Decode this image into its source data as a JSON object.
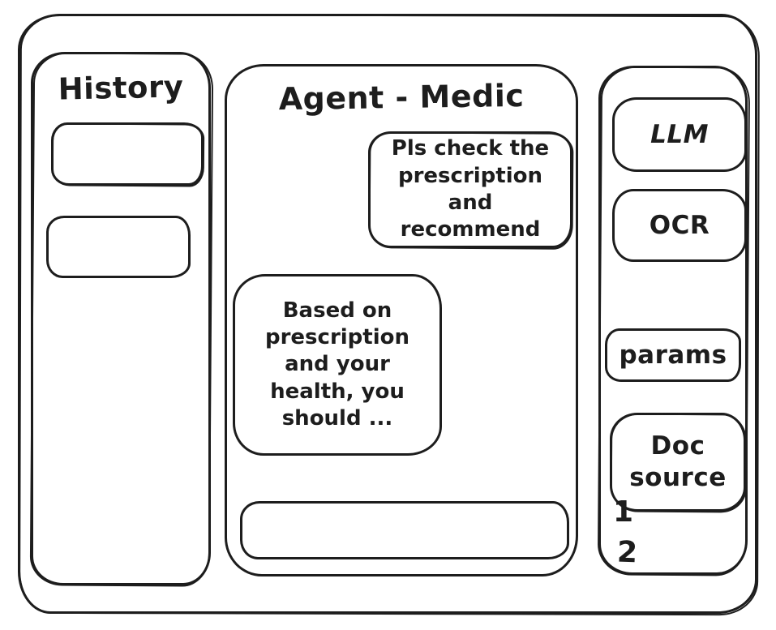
{
  "history_panel": {
    "title": "History"
  },
  "chat_panel": {
    "title": "Agent - Medic",
    "messages": [
      {
        "role": "user",
        "text": "Pls check the prescription and recommend"
      },
      {
        "role": "assistant",
        "text": "Based on prescription and your health, you should ..."
      }
    ],
    "input": {
      "value": ""
    }
  },
  "tools_panel": {
    "buttons": [
      {
        "label": "LLM"
      },
      {
        "label": "OCR"
      },
      {
        "label": "params"
      },
      {
        "label": "Doc source"
      }
    ],
    "doc_source_items": [
      {
        "label": "1"
      },
      {
        "label": "2"
      }
    ]
  },
  "colors": {
    "ink": "#1d1d1d",
    "background": "#ffffff"
  }
}
